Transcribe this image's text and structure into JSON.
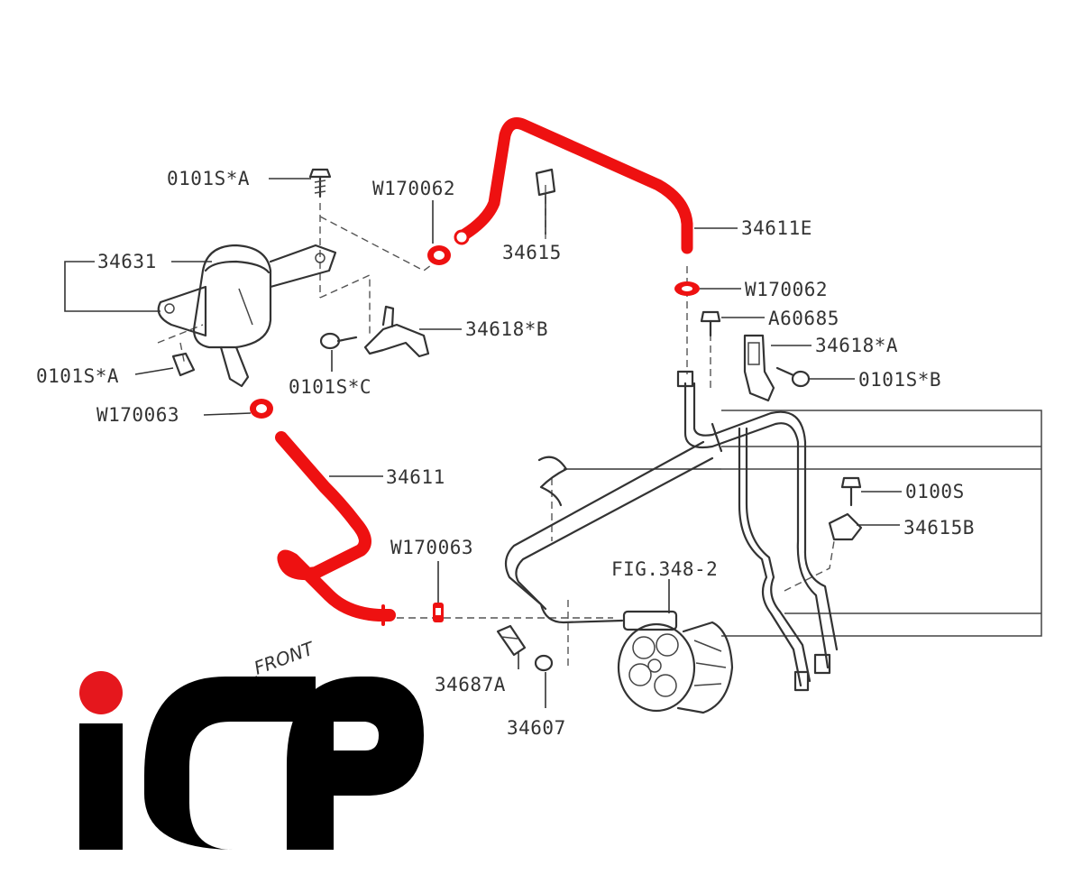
{
  "colors": {
    "highlight": "#ee1111",
    "line": "#333333",
    "logo_black": "#000000",
    "logo_dot": "#e5171d"
  },
  "logo": {
    "text": "ICP"
  },
  "front_marker": "FRONT",
  "labels": {
    "bolt_0101s_a_top": "0101S*A",
    "clamp_w170062_top": "W170062",
    "clip_34615": "34615",
    "hose_34611e": "34611E",
    "clamp_w170062_right": "W170062",
    "bolt_a60685": "A60685",
    "bracket_34618_a": "34618*A",
    "bolt_0101s_b": "0101S*B",
    "reservoir_34631": "34631",
    "bracket_34618_b": "34618*B",
    "bolt_0101s_a_left": "0101S*A",
    "bolt_0101s_c": "0101S*C",
    "clamp_w170063_left": "W170063",
    "hose_34611": "34611",
    "bolt_0100s": "0100S",
    "clip_34615b": "34615B",
    "clamp_w170063_bottom": "W170063",
    "fig_ref": "FIG.348-2",
    "union_34687a": "34687A",
    "gasket_34607": "34607"
  }
}
